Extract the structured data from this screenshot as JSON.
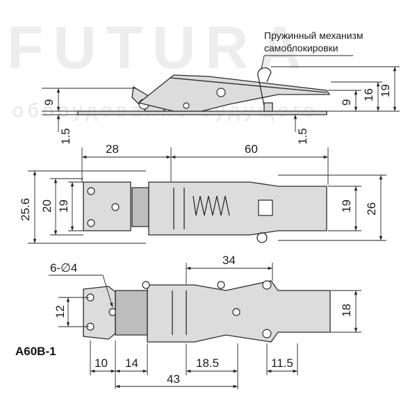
{
  "watermark": {
    "brand": "FUTURA",
    "tagline": "оборудование будущего"
  },
  "annotation": {
    "line1": "Пружинный механизм",
    "line2": "самоблокировки"
  },
  "model": "A60B-1",
  "dimensions": {
    "side_left_height": "9",
    "side_left_thickness": "1.5",
    "side_right_height": "9",
    "side_right_thickness": "1.5",
    "side_h16": "16",
    "side_h19": "19",
    "top_28": "28",
    "top_60": "60",
    "top_25_6": "25.6",
    "top_20": "20",
    "top_19_left": "19",
    "top_19_right": "19",
    "top_26": "26",
    "bottom_holes": "6-∅4",
    "bottom_34": "34",
    "bottom_12": "12",
    "bottom_18": "18",
    "bottom_10": "10",
    "bottom_14": "14",
    "bottom_18_5": "18.5",
    "bottom_11_5": "11.5",
    "bottom_43": "43"
  }
}
